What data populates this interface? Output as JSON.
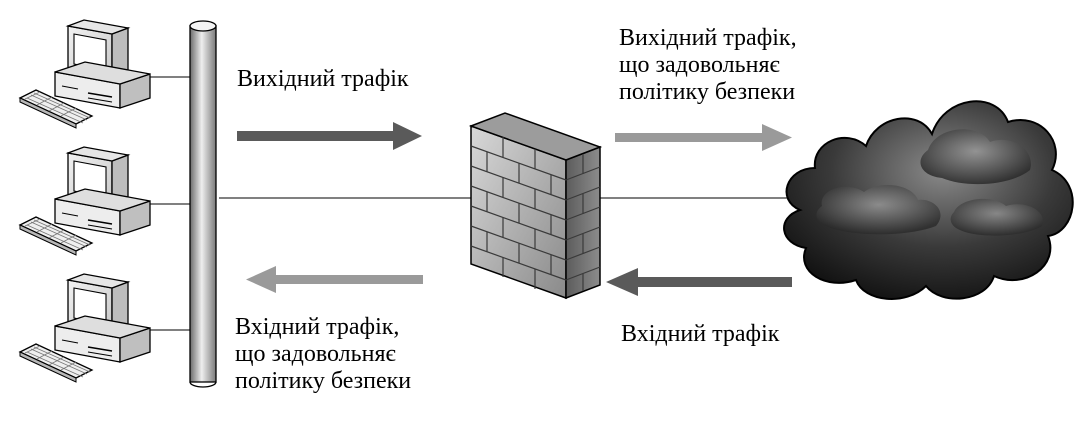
{
  "labels": {
    "outgoing_left": [
      "Вихідний трафік"
    ],
    "outgoing_right": [
      "Вихідний трафік,",
      "що задовольняє",
      "політику безпеки"
    ],
    "incoming_left": [
      "Вхідний трафік,",
      "що задовольняє",
      "політику безпеки"
    ],
    "incoming_right": [
      "Вхідний трафік"
    ]
  },
  "nodes": {
    "workstations": [
      "computer",
      "computer",
      "computer"
    ],
    "icons": {
      "computer": "desktop-computer-icon",
      "bus": "network-bus-cylinder",
      "firewall": "brick-wall-firewall-icon",
      "internet": "cloud-icon"
    }
  },
  "arrows": {
    "outgoing_left": {
      "direction": "right",
      "color": "#5a5a5a"
    },
    "outgoing_right": {
      "direction": "right",
      "color": "#9a9a9a"
    },
    "incoming_left": {
      "direction": "left",
      "color": "#9a9a9a"
    },
    "incoming_right": {
      "direction": "left",
      "color": "#5a5a5a"
    }
  }
}
